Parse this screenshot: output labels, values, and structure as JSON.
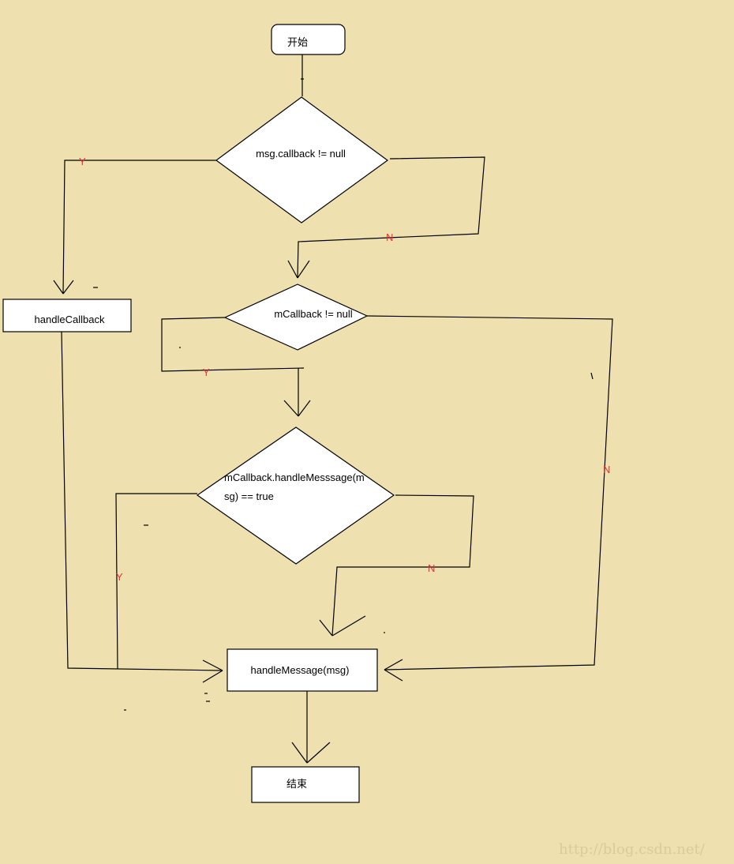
{
  "nodes": {
    "start": "开始",
    "cond1": "msg.callback != null",
    "handle_callback": "handleCallback",
    "cond2": "mCallback != null",
    "cond3_line1": "mCallback.handleMesssage(m",
    "cond3_line2": "sg) == true",
    "handle_message": "handleMessage(msg)",
    "end": "结束"
  },
  "labels": {
    "cond1_yes": "Y",
    "cond1_no": "N",
    "cond2_yes": "Y",
    "cond2_no": "N",
    "cond3_yes": "Y",
    "cond3_no": "N"
  },
  "colors": {
    "background": "#eee1af",
    "label": "#e8303a"
  },
  "watermark": "http://blog.csdn.net/"
}
